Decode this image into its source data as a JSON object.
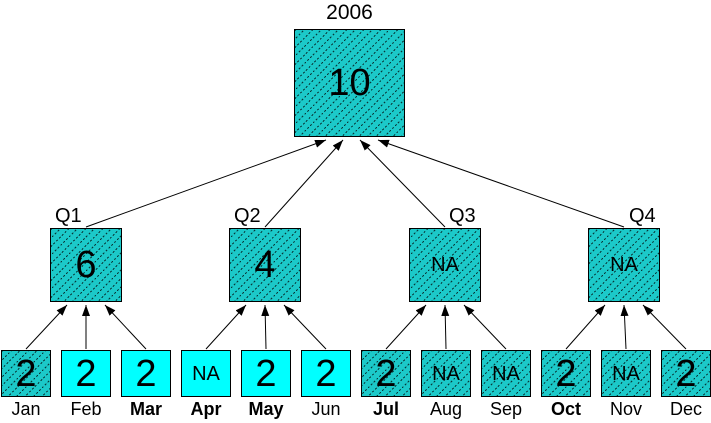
{
  "year": {
    "label": "2006",
    "value": "10",
    "hatched": true
  },
  "quarters": [
    {
      "label": "Q1",
      "value": "6",
      "hatched": true
    },
    {
      "label": "Q2",
      "value": "4",
      "hatched": true
    },
    {
      "label": "Q3",
      "value": "NA",
      "hatched": true
    },
    {
      "label": "Q4",
      "value": "NA",
      "hatched": true
    }
  ],
  "months": [
    {
      "label": "Jan",
      "value": "2",
      "hatched": true,
      "bold_label": false
    },
    {
      "label": "Feb",
      "value": "2",
      "hatched": false,
      "bold_label": false
    },
    {
      "label": "Mar",
      "value": "2",
      "hatched": false,
      "bold_label": true
    },
    {
      "label": "Apr",
      "value": "NA",
      "hatched": false,
      "bold_label": true
    },
    {
      "label": "May",
      "value": "2",
      "hatched": false,
      "bold_label": true
    },
    {
      "label": "Jun",
      "value": "2",
      "hatched": false,
      "bold_label": false
    },
    {
      "label": "Jul",
      "value": "2",
      "hatched": true,
      "bold_label": true
    },
    {
      "label": "Aug",
      "value": "NA",
      "hatched": true,
      "bold_label": false
    },
    {
      "label": "Sep",
      "value": "NA",
      "hatched": true,
      "bold_label": false
    },
    {
      "label": "Oct",
      "value": "2",
      "hatched": true,
      "bold_label": true
    },
    {
      "label": "Nov",
      "value": "NA",
      "hatched": true,
      "bold_label": false
    },
    {
      "label": "Dec",
      "value": "2",
      "hatched": true,
      "bold_label": false
    }
  ],
  "colors": {
    "plain_fill": "#00ffff",
    "hatched_fill": "#1cc9c9",
    "stroke": "#000000"
  }
}
